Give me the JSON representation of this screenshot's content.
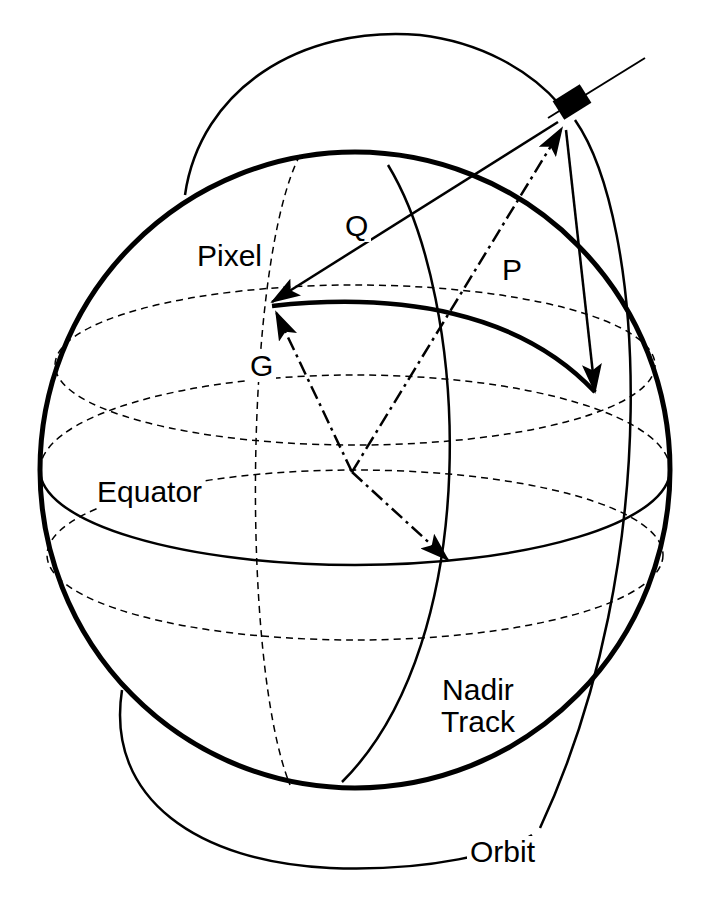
{
  "diagram": {
    "labels": [
      "Q",
      "Pixel",
      "P",
      "G",
      "Equator",
      "Nadir Track",
      "Orbit"
    ]
  }
}
